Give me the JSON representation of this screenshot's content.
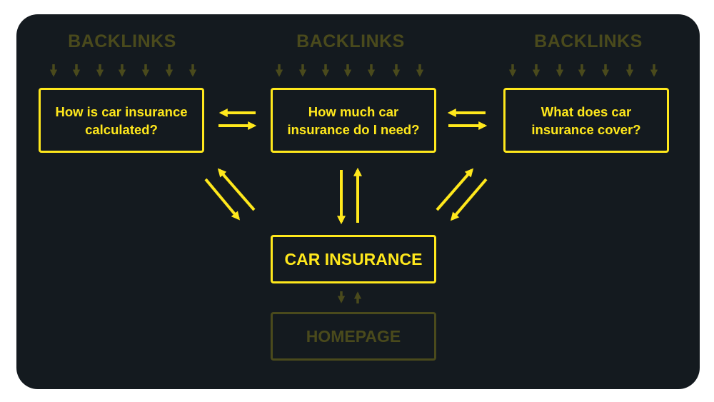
{
  "colors": {
    "background": "#141a1f",
    "accent": "#ffe81c",
    "muted": "#4a4a1c",
    "page": "#ffffff"
  },
  "backlinks": {
    "left": "BACKLINKS",
    "center": "BACKLINKS",
    "right": "BACKLINKS"
  },
  "topics": {
    "left": "How is car insurance calculated?",
    "center": "How much car insurance do I need?",
    "right": "What does car insurance cover?"
  },
  "hub": "CAR INSURANCE",
  "homepage": "HOMEPAGE"
}
